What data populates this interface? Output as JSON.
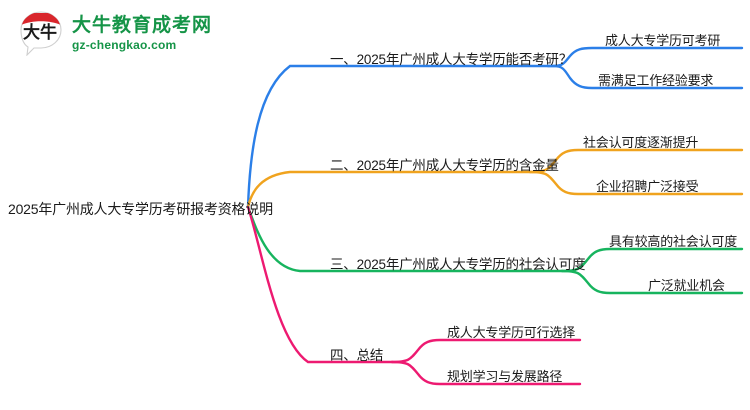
{
  "logo": {
    "mark_text": "大牛",
    "title": "大牛教育成考网",
    "domain": "gz-chengkao.com",
    "brand_color": "#159447",
    "mark_accent_color": "#d9262c"
  },
  "mindmap": {
    "root": {
      "label": "2025年广州成人大专学历考研报考资格说明"
    },
    "branches": [
      {
        "label": "一、2025年广州成人大专学历能否考研？",
        "color": "#2b7fe8",
        "leaves": [
          {
            "label": "成人大专学历可考研"
          },
          {
            "label": "需满足工作经验要求"
          }
        ]
      },
      {
        "label": "二、2025年广州成人大专学历的含金量",
        "color": "#f0a31e",
        "leaves": [
          {
            "label": "社会认可度逐渐提升"
          },
          {
            "label": "企业招聘广泛接受"
          }
        ]
      },
      {
        "label": "三、2025年广州成人大专学历的社会认可度",
        "color": "#17b45e",
        "leaves": [
          {
            "label": "具有较高的社会认可度"
          },
          {
            "label": "广泛就业机会"
          }
        ]
      },
      {
        "label": "四、总结",
        "color": "#ed1a71",
        "leaves": [
          {
            "label": "成人大专学历可行选择"
          },
          {
            "label": "规划学习与发展路径"
          }
        ]
      }
    ]
  }
}
